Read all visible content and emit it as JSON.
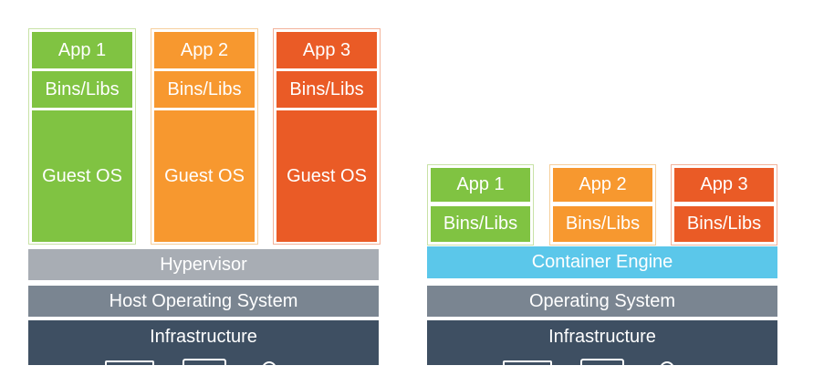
{
  "colors": {
    "green": "#80c342",
    "green_border": "#c8e2a6",
    "orange": "#f7982f",
    "orange_border": "#f6cf9c",
    "red": "#ea5b26",
    "red_border": "#f3b29a",
    "hypervisor": "#a8adb4",
    "container_engine": "#5bc7ea",
    "os": "#7a8591",
    "infrastructure": "#3e4f62"
  },
  "vm_side": {
    "apps": [
      {
        "app": "App 1",
        "libs": "Bins/Libs",
        "os": "Guest OS",
        "color": "green"
      },
      {
        "app": "App 2",
        "libs": "Bins/Libs",
        "os": "Guest OS",
        "color": "orange"
      },
      {
        "app": "App 3",
        "libs": "Bins/Libs",
        "os": "Guest OS",
        "color": "red"
      }
    ],
    "hypervisor": "Hypervisor",
    "host_os": "Host Operating System",
    "infrastructure": "Infrastructure"
  },
  "container_side": {
    "apps": [
      {
        "app": "App 1",
        "libs": "Bins/Libs",
        "color": "green"
      },
      {
        "app": "App 2",
        "libs": "Bins/Libs",
        "color": "orange"
      },
      {
        "app": "App 3",
        "libs": "Bins/Libs",
        "color": "red"
      }
    ],
    "engine": "Container Engine",
    "os": "Operating System",
    "infrastructure": "Infrastructure"
  }
}
